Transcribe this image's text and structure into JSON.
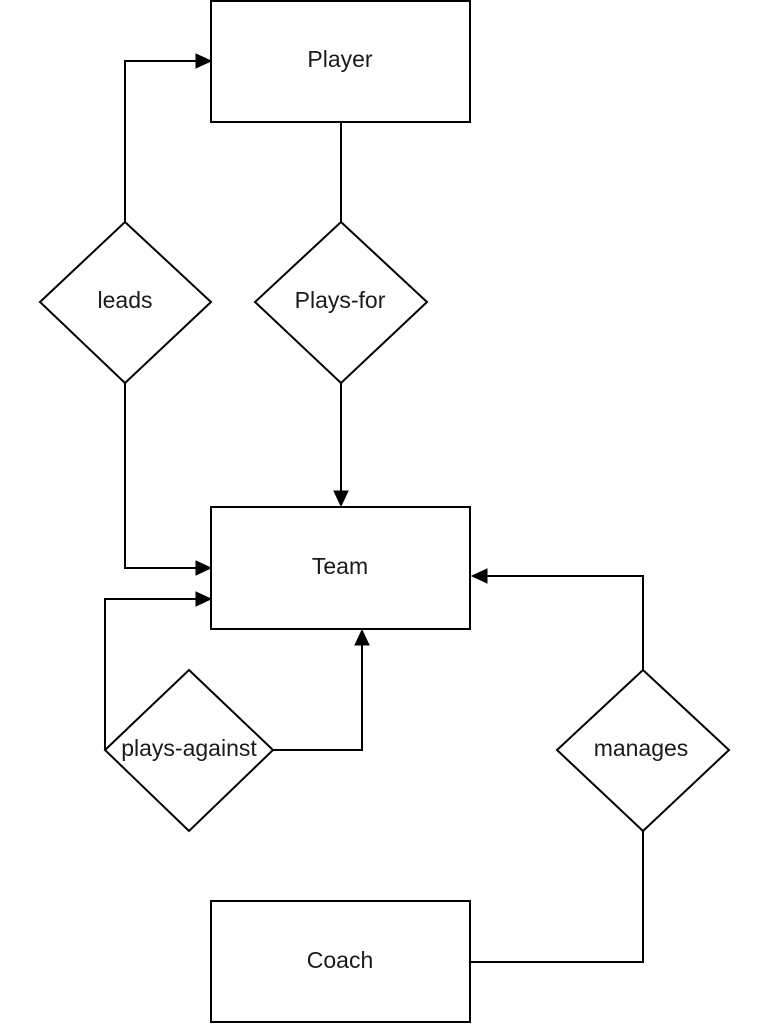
{
  "entities": {
    "player": "Player",
    "team": "Team",
    "coach": "Coach"
  },
  "relationships": {
    "leads": "leads",
    "plays_for": "Plays-for",
    "plays_against": "plays-against",
    "manages": "manages"
  }
}
